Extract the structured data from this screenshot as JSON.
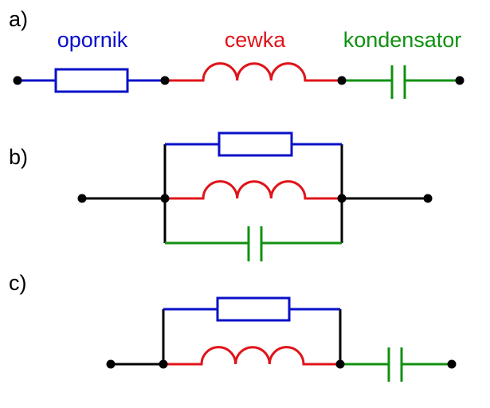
{
  "colors": {
    "resistor": "#0a10c8",
    "inductor": "#e0141a",
    "capacitor": "#119111",
    "wire": "#000000",
    "node": "#000000"
  },
  "section_labels": {
    "a": "a)",
    "b": "b)",
    "c": "c)"
  },
  "component_labels": {
    "resistor": "opornik",
    "inductor": "cewka",
    "capacitor": "kondensator"
  },
  "circuits": [
    {
      "id": "a",
      "topology": "series",
      "order": [
        "resistor",
        "inductor",
        "capacitor"
      ]
    },
    {
      "id": "b",
      "topology": "parallel",
      "branches": [
        "resistor",
        "inductor",
        "capacitor"
      ]
    },
    {
      "id": "c",
      "topology": "parallel-then-series",
      "parallel_branches": [
        "resistor",
        "inductor"
      ],
      "series": [
        "capacitor"
      ]
    }
  ]
}
